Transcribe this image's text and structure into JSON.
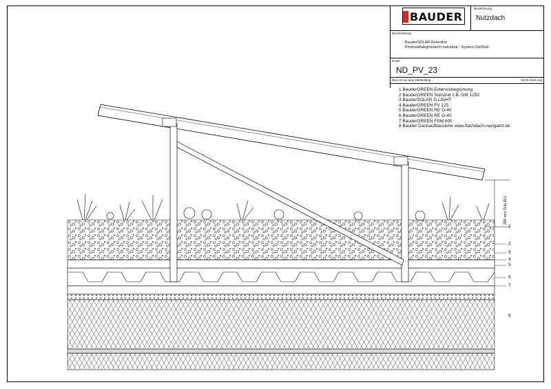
{
  "title_block": {
    "logo_text": "BAUDER",
    "name_label": "Bezeichnung",
    "name": "Nutzdach",
    "desc_label": "Beschreibung",
    "desc_line1": "BauderSOLAR Retention",
    "desc_line2": "Photovoltaikgründach industrial - System Ost/Süd",
    "code_label": "Detail",
    "code": "ND_PV_23",
    "note": "Dies ist nur eine Darstellung",
    "date": "16.03.2024 ecg"
  },
  "legend": [
    "1  BauderGREEN Extensivbegrünung",
    "2  BauderGREEN Substrat z.B. GM 1250",
    "3  BauderSOLAR G LIGHT",
    "4  BauderGREEN FV 125",
    "5  BauderGREEN RE O-40",
    "6  BauderGREEN RE O-40",
    "7  BauderGREEN FSM 600",
    "8  Bauder Dachaufbausiehe www.flachdach-navigator.de"
  ],
  "layer_numbers": [
    "1",
    "2",
    "3",
    "4",
    "5",
    "6",
    "7",
    "8"
  ],
  "dimension_label": "200 mm Sub.RLL",
  "colors": {
    "line": "#000000",
    "logo_red": "#e2231a",
    "fill_grey": "#d9d9d9"
  }
}
